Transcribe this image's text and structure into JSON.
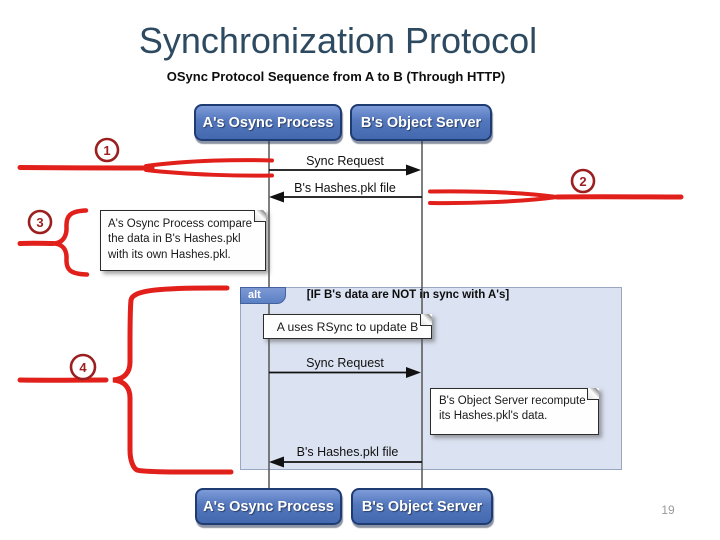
{
  "slide": {
    "title": "Synchronization Protocol",
    "subtitle": "OSync Protocol Sequence from A to B (Through HTTP)",
    "page_number": "19"
  },
  "diagram": {
    "participants": {
      "a": "A's Osync Process",
      "b": "B's Object Server"
    },
    "messages": [
      {
        "label": "Sync Request",
        "direction": "right"
      },
      {
        "label": "B's Hashes.pkl file",
        "direction": "left"
      },
      {
        "label": "Sync Request",
        "direction": "right"
      },
      {
        "label": "B's Hashes.pkl file",
        "direction": "left"
      }
    ],
    "alt_frame": {
      "operator": "alt",
      "guard": "[IF B's data are NOT in sync with A's]"
    },
    "notes": [
      {
        "text": "A's Osync Process compare the data in B's Hashes.pkl with its own Hashes.pkl."
      },
      {
        "text": "A uses RSync to update B"
      },
      {
        "text": "B's Object Server recompute its Hashes.pkl's data."
      }
    ]
  },
  "annotations": {
    "markers": [
      "1",
      "2",
      "3",
      "4"
    ],
    "line_color": "#e2201b",
    "circle_color": "#9c1f1f"
  },
  "colors": {
    "title_text": "#2e4a60",
    "participant_box": "#4569ae",
    "participant_border": "#1e3b72",
    "alt_fill": "#dbe2f1"
  }
}
